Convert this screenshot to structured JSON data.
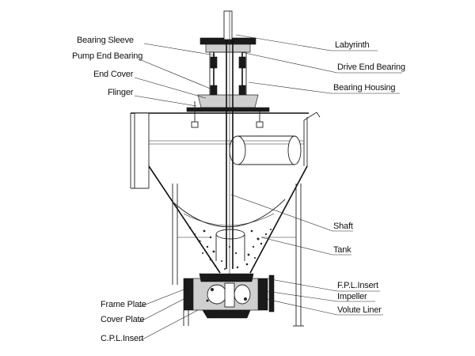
{
  "labels": {
    "bearing_sleeve": "Bearing Sleeve",
    "pump_end_bearing": "Pump End Bearing",
    "end_cover": "End Cover",
    "flinger": "Flinger",
    "labyrinth": "Labyrinth",
    "drive_end_bearing": "Drive End Bearing",
    "bearing_housing": "Bearing Housing",
    "shaft": "Shaft",
    "tank": "Tank",
    "fpl_insert": "F.P.L.Insert",
    "impeller": "Impeller",
    "volute_liner": "Volute Liner",
    "frame_plate": "Frame Plate",
    "cover_plate": "Cover Plate",
    "cpl_insert": "C.P.L.Insert"
  }
}
